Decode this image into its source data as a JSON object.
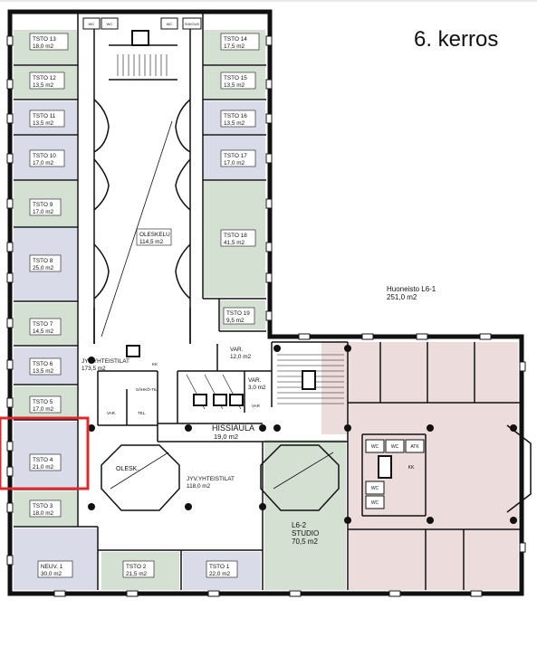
{
  "floor_title": "6. kerros",
  "apartment": {
    "name": "Huoneisto L6-1",
    "area": "251,0 m2"
  },
  "colors": {
    "office": "#d4e0d2",
    "meeting": "#dadbe9",
    "apartment": "#eddcdc",
    "studio": "#d4e0d2",
    "wall": "#111111",
    "highlight": "#e0282c"
  },
  "rooms": {
    "tsto13": {
      "name": "TSTO 13",
      "area": "18,0 m2"
    },
    "tsto12": {
      "name": "TSTO 12",
      "area": "13,5 m2"
    },
    "tsto11": {
      "name": "TSTO 11",
      "area": "13,5 m2"
    },
    "tsto10": {
      "name": "TSTO 10",
      "area": "17,0 m2"
    },
    "tsto9": {
      "name": "TSTO 9",
      "area": "17,0 m2"
    },
    "tsto8": {
      "name": "TSTO 8",
      "area": "25,0 m2"
    },
    "tsto7": {
      "name": "TSTO 7",
      "area": "14,5 m2"
    },
    "tsto6": {
      "name": "TSTO 6",
      "area": "13,5 m2"
    },
    "tsto5": {
      "name": "TSTO 5",
      "area": "17,0 m2"
    },
    "tsto4": {
      "name": "TSTO 4",
      "area": "21,0 m2"
    },
    "tsto3": {
      "name": "TSTO 3",
      "area": "18,0 m2"
    },
    "neuv1": {
      "name": "NEUV. 1",
      "area": "30,0 m2"
    },
    "tsto2": {
      "name": "TSTO 2",
      "area": "21,5 m2"
    },
    "tsto1": {
      "name": "TSTO 1",
      "area": "22,0 m2"
    },
    "tsto14": {
      "name": "TSTO 14",
      "area": "17,5 m2"
    },
    "tsto15": {
      "name": "TSTO 15",
      "area": "13,5 m2"
    },
    "tsto16": {
      "name": "TSTO 16",
      "area": "13,5 m2"
    },
    "tsto17": {
      "name": "TSTO 17",
      "area": "17,0 m2"
    },
    "tsto18": {
      "name": "TSTO 18",
      "area": "41,5 m2"
    },
    "tsto19": {
      "name": "TSTO 19",
      "area": "9,5 m2"
    },
    "oleskelu": {
      "name": "OLESKELU",
      "area": "114,5 m2"
    },
    "jyv_north": {
      "name": "JYV.YHTEISTILAT",
      "area": "173,5 m2"
    },
    "jyv_south": {
      "name": "JYV.YHTEISTILAT",
      "area": "118,0 m2"
    },
    "hissiaula": {
      "name": "HISSIAULA",
      "area": "19,0 m2"
    },
    "var1": {
      "name": "VAR.",
      "area": "12,0 m2"
    },
    "var2": {
      "name": "VAR.",
      "area": "3,0 m2"
    },
    "studio": {
      "name": "L6-2",
      "sub": "STUDIO",
      "area": "70,5 m2"
    },
    "olesk": {
      "name": "OLESK."
    }
  },
  "small_labels": {
    "wc": "WC",
    "siivous": "SIIVOUS",
    "kk": "KK",
    "atk": "ATK",
    "var": "VAR",
    "sahkoltil": "SÄHKÖ-TIL.",
    "tel": "TEL.",
    "var_short": "VAR."
  }
}
